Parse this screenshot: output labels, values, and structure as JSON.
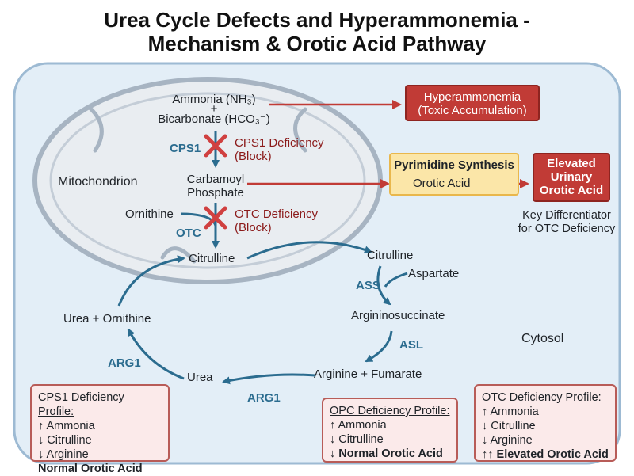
{
  "title_line1": "Urea Cycle Defects and Hyperammonemia -",
  "title_line2": "Mechanism & Orotic Acid Pathway",
  "labels": {
    "mitochondrion": "Mitochondrion",
    "cytosol": "Cytosol",
    "ammonia": "Ammonia (NH₃)",
    "plus": "+",
    "bicarbonate": "Bicarbonate (HCO₃⁻)",
    "carbamoyl_line1": "Carbamoyl",
    "carbamoyl_line2": "Phosphate",
    "ornithine": "Ornithine",
    "citrulline_mito": "Citrulline",
    "citrulline_cyto": "Citrulline",
    "aspartate": "Aspartate",
    "argininosuccinate": "Argininosuccinate",
    "arginine_fumarate": "Arginine + Fumarate",
    "urea": "Urea",
    "urea_ornithine": "Urea + Ornithine"
  },
  "enzymes": {
    "cps1": "CPS1",
    "otc": "OTC",
    "ass": "ASS",
    "asl": "ASL",
    "arg1_left": "ARG1",
    "arg1_bottom": "ARG1"
  },
  "deficiencies": {
    "cps1_line1": "CPS1 Deficiency",
    "cps1_line2": "(Block)",
    "otc_line1": "OTC Deficiency",
    "otc_line2": "(Block)"
  },
  "boxes": {
    "hyper_line1": "Hyperammonemia",
    "hyper_line2": "(Toxic Accumulation)",
    "pyr_title": "Pyrimidine Synthesis",
    "pyr_orotic": "Orotic Acid",
    "elev_line1": "Elevated",
    "elev_line2": "Urinary",
    "elev_line3": "Orotic Acid",
    "key_line1": "Key Differentiator",
    "key_line2": "for OTC Deficiency"
  },
  "profiles": {
    "cps1": {
      "heading": "CPS1 Deficiency Profile:",
      "lines": [
        "↑ Ammonia",
        "↓ Citrulline",
        "↓ Arginine"
      ],
      "bold_line": "Normal Orotic Acid"
    },
    "opc": {
      "heading": "OPC Deficiency Profile:",
      "lines": [
        "↑ Ammonia",
        "↓ Citrulline"
      ],
      "last_prefix": "↓ ",
      "bold_line": "Normal Orotic Acid"
    },
    "otc": {
      "heading": "OTC Deficiency Profile:",
      "lines": [
        "↑ Ammonia",
        "↓ Citrulline",
        "↓ Arginine"
      ],
      "bold_line": "↑↑ Elevated Orotic Acid"
    }
  },
  "colors": {
    "cell_fill": "#e3eef7",
    "cell_stroke": "#9dbad3",
    "mito_fill": "#e9edf1",
    "mito_stroke": "#a7b4c2",
    "pathway_arrow": "#2b6c8f",
    "red_arrow": "#c13b36",
    "block_x": "#d04040"
  }
}
